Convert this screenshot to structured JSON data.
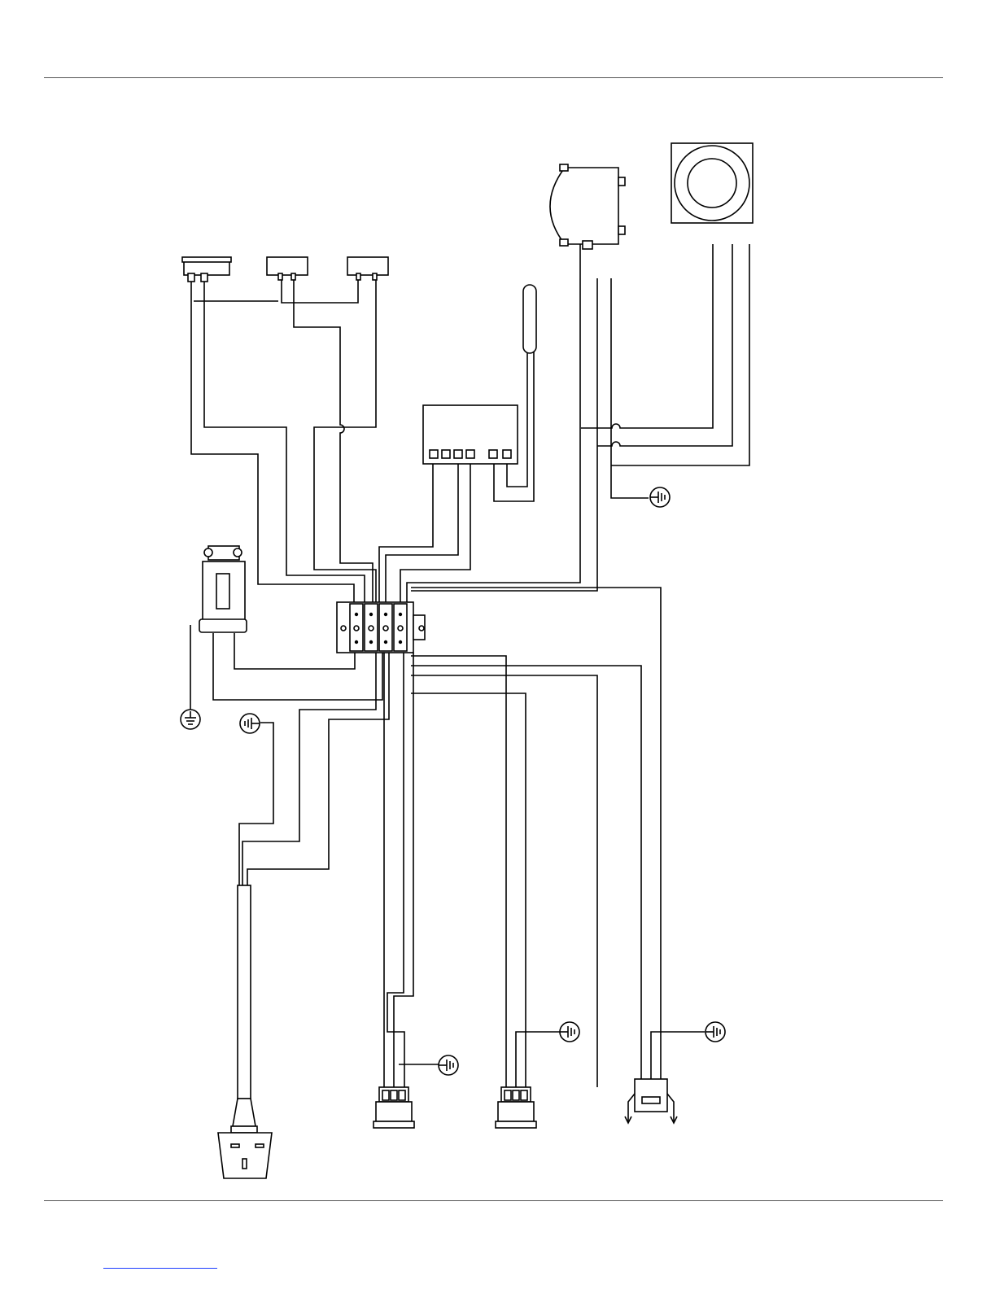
{
  "page": {
    "background": "#ffffff",
    "line_color": "#000000",
    "rule_color": "#555555",
    "link_color": "#1a3cff"
  },
  "diagram": {
    "type": "wiring-schematic",
    "components": [
      "thermostat-switch",
      "indicator-lamp",
      "indicator-lamp",
      "pump-motor",
      "cooling-fan",
      "temperature-probe",
      "control-display",
      "pressure-switch",
      "terminal-block",
      "mains-plug",
      "connector",
      "connector",
      "heating-element-connector",
      "ground-symbol"
    ]
  }
}
